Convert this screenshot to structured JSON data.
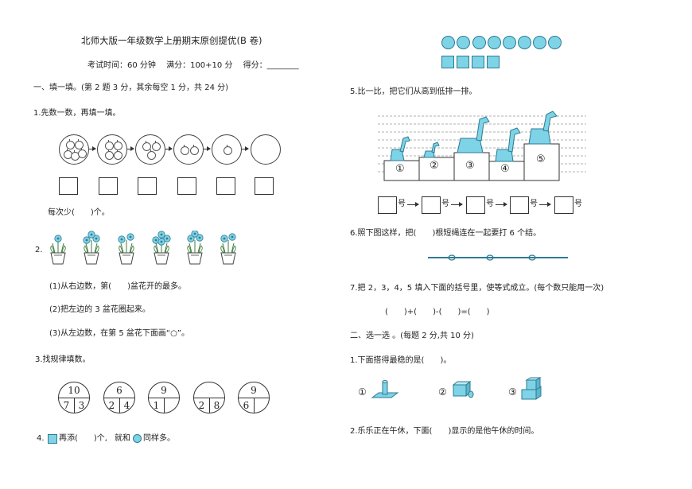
{
  "header": {
    "title": "北师大版一年级数学上册期末原创提优(B 卷)",
    "exam_info": "考试时间：60 分钟　 满分：100+10 分　 得分：________"
  },
  "left": {
    "section1": "一、填一填。(第 2 题 3 分，其余每空 1 分，共 24 分)",
    "q1": {
      "label": "1.先数一数，再填一填。",
      "apple_counts": [
        5,
        4,
        3,
        2,
        1,
        0
      ],
      "answer_text": "每次少(　　)个。"
    },
    "q2": {
      "label": "2.",
      "s1": "(1)从右边数，第(　　)盆花开的最多。",
      "s2": "(2)把左边的 3 盆花圈起来。",
      "s3": "(3)从左边数，在第 5 盆花下面画“○”。"
    },
    "q3": {
      "label": "3.找规律填数。",
      "circles": [
        {
          "top": "10",
          "left": "7",
          "right": "3"
        },
        {
          "top": "6",
          "left": "2",
          "right": "4"
        },
        {
          "top": "9",
          "left": "1",
          "right": ""
        },
        {
          "top": "",
          "left": "2",
          "right": "8"
        },
        {
          "top": "9",
          "left": "6",
          "right": ""
        }
      ]
    },
    "q4": {
      "label": "4.",
      "text_a": "再添(　　)个,",
      "text_b": "就和",
      "text_c": "同样多。"
    }
  },
  "right": {
    "top_circles_count": 8,
    "top_squares_count": 4,
    "q5": {
      "label": "5.比一比，把它们从高到低排一排。",
      "podium_labels": [
        "①",
        "②",
        "③",
        "④",
        "⑤"
      ],
      "hao": "号"
    },
    "q6": {
      "label": "6.照下图这样，把(　　)根短绳连在一起要打 6 个结。"
    },
    "q7": {
      "label": "7.把 2，3，4，5 填入下面的括号里，使等式成立。(每个数只能用一次)",
      "equation": "(　　)+(　　)-(　　)=(　　)"
    },
    "section2": "二、选一选 。(每题 2 分,共 10 分)",
    "s2q1": {
      "label": "1.下面搭得最稳的是(　　)。",
      "options": [
        "①",
        "②",
        "③"
      ]
    },
    "s2q2": {
      "label": "2.乐乐正在午休，下面(　　)显示的是他午休的时间。"
    }
  },
  "colors": {
    "accent": "#7fd3e6",
    "outline": "#2e7b94"
  }
}
